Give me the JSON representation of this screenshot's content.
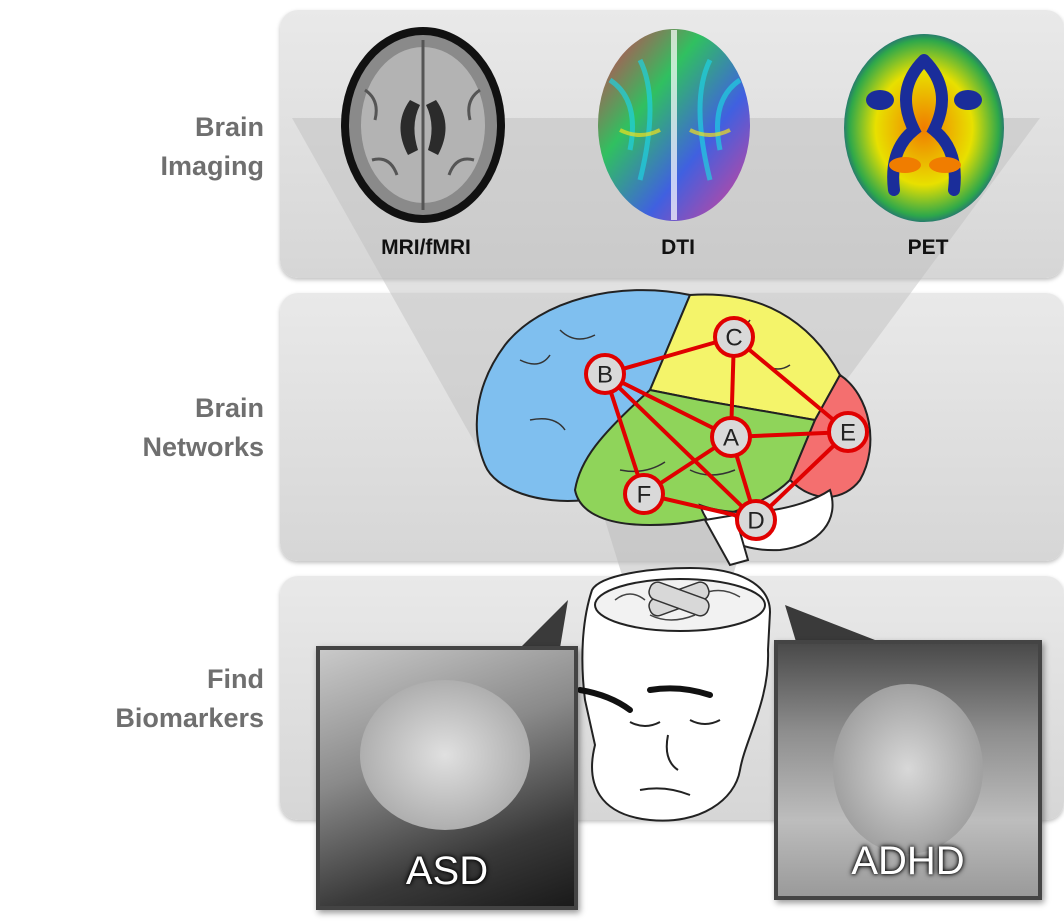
{
  "sections": {
    "imaging": "Brain\nImaging",
    "networks": "Brain\nNetworks",
    "biomarkers": "Find\nBiomarkers"
  },
  "modalities": {
    "mri": "MRI/fMRI",
    "dti": "DTI",
    "pet": "PET"
  },
  "network_nodes": [
    "A",
    "B",
    "C",
    "D",
    "E",
    "F"
  ],
  "network_edges": [
    [
      "B",
      "C"
    ],
    [
      "B",
      "A"
    ],
    [
      "B",
      "F"
    ],
    [
      "B",
      "D"
    ],
    [
      "C",
      "A"
    ],
    [
      "C",
      "E"
    ],
    [
      "A",
      "E"
    ],
    [
      "A",
      "F"
    ],
    [
      "A",
      "D"
    ],
    [
      "F",
      "D"
    ],
    [
      "D",
      "E"
    ]
  ],
  "photos": {
    "left": "ASD",
    "right": "ADHD"
  },
  "colors": {
    "frontal": "#7fbfef",
    "parietal": "#f4f46a",
    "temporal": "#8fd45a",
    "occipital": "#f46f6f",
    "edge": "#e00000"
  }
}
